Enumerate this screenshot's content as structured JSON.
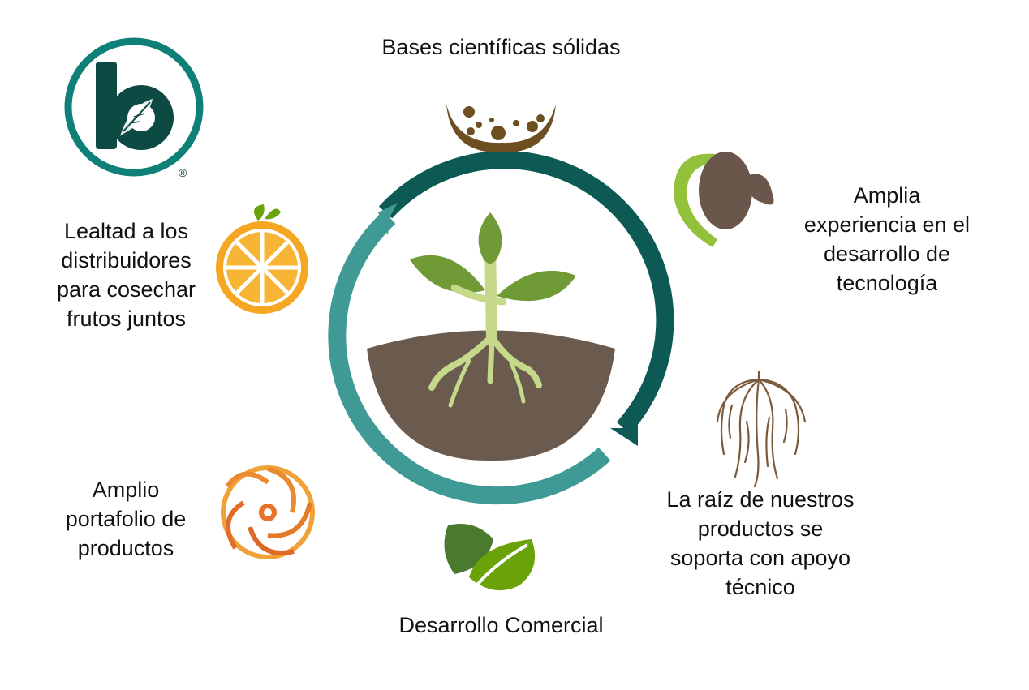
{
  "logo": {
    "registered_mark": "®"
  },
  "labels": {
    "top": "Bases científicas sólidas",
    "right_top": "Amplia\nexperiencia en el\ndesarrollo de\ntecnología",
    "right_bottom": "La raíz de nuestros\nproductos se\nsoporta con apoyo\ntécnico",
    "bottom": "Desarrollo Comercial",
    "left_bottom": "Amplio\nportafolio de\nproductos",
    "left_top": "Lealtad a los\ndistribuidores\npara cosechar\nfrutos juntos"
  },
  "colors": {
    "teal_dark": "#0d5a55",
    "teal_light": "#3f9a95",
    "soil": "#6b5a4e",
    "leaf_green": "#6f9a35",
    "stem_light": "#c6d98a",
    "seed_brown": "#6b564b",
    "orange": "#f5a623",
    "root_brown": "#7a5a3c",
    "flower_orange": "#e8742a"
  }
}
